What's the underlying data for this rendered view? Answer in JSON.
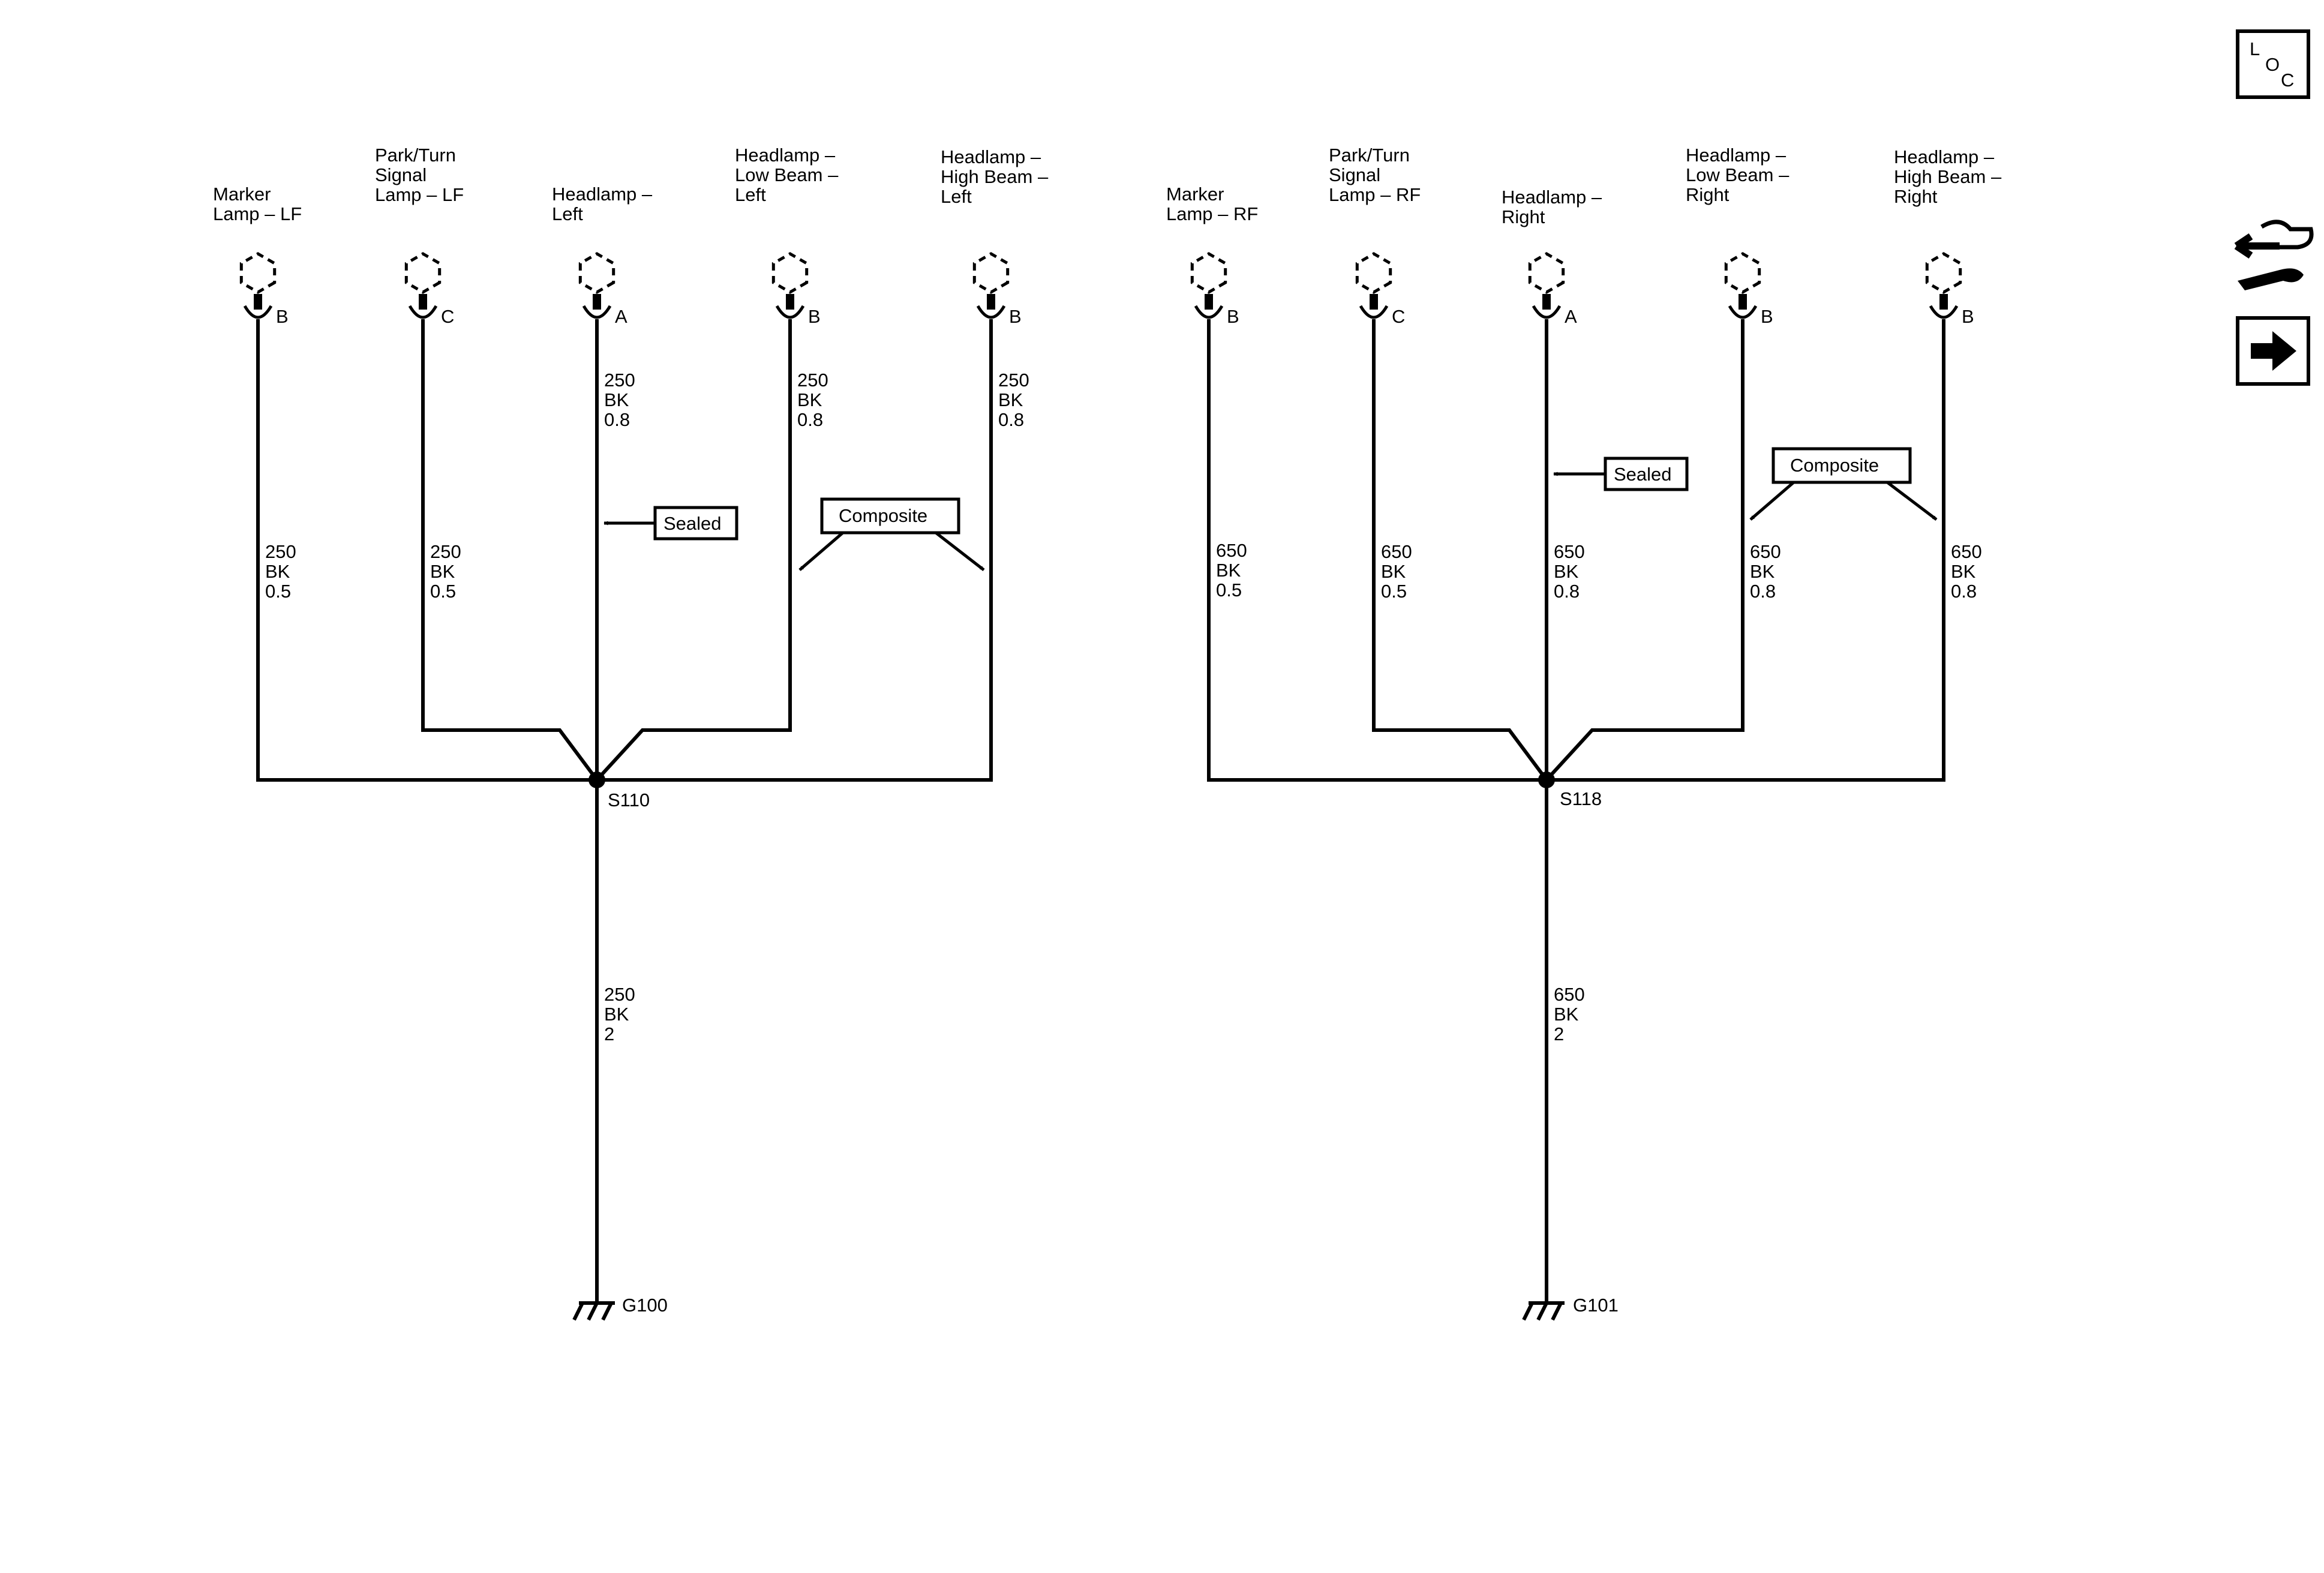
{
  "loc_icon": {
    "letters": [
      "L",
      "O",
      "C"
    ],
    "name": "loc-icon"
  },
  "side_icons": [
    {
      "name": "connector-repair-icon"
    },
    {
      "name": "next-page-arrow-icon"
    }
  ],
  "left": {
    "splice": "S110",
    "ground": "G100",
    "trunk_wire": [
      "250",
      "BK",
      "2"
    ],
    "sealed_label": "Sealed",
    "composite_label": "Composite",
    "components": [
      {
        "name": [
          "Marker",
          "Lamp – LF"
        ],
        "pin": "B",
        "wire": [
          "250",
          "BK",
          "0.5"
        ]
      },
      {
        "name": [
          "Park/Turn",
          "Signal",
          "Lamp – LF"
        ],
        "pin": "C",
        "wire": [
          "250",
          "BK",
          "0.5"
        ]
      },
      {
        "name": [
          "Headlamp –",
          "Left"
        ],
        "pin": "A",
        "wire": [
          "250",
          "BK",
          "0.8"
        ]
      },
      {
        "name": [
          "Headlamp –",
          "Low Beam –",
          "Left"
        ],
        "pin": "B",
        "wire": [
          "250",
          "BK",
          "0.8"
        ]
      },
      {
        "name": [
          "Headlamp –",
          "High Beam –",
          "Left"
        ],
        "pin": "B",
        "wire": [
          "250",
          "BK",
          "0.8"
        ]
      }
    ]
  },
  "right": {
    "splice": "S118",
    "ground": "G101",
    "trunk_wire": [
      "650",
      "BK",
      "2"
    ],
    "sealed_label": "Sealed",
    "composite_label": "Composite",
    "components": [
      {
        "name": [
          "Marker",
          "Lamp – RF"
        ],
        "pin": "B",
        "wire": [
          "650",
          "BK",
          "0.5"
        ]
      },
      {
        "name": [
          "Park/Turn",
          "Signal",
          "Lamp – RF"
        ],
        "pin": "C",
        "wire": [
          "650",
          "BK",
          "0.5"
        ]
      },
      {
        "name": [
          "Headlamp –",
          "Right"
        ],
        "pin": "A",
        "wire": [
          "650",
          "BK",
          "0.8"
        ]
      },
      {
        "name": [
          "Headlamp –",
          "Low Beam –",
          "Right"
        ],
        "pin": "B",
        "wire": [
          "650",
          "BK",
          "0.8"
        ]
      },
      {
        "name": [
          "Headlamp –",
          "High Beam –",
          "Right"
        ],
        "pin": "B",
        "wire": [
          "650",
          "BK",
          "0.8"
        ]
      }
    ]
  }
}
